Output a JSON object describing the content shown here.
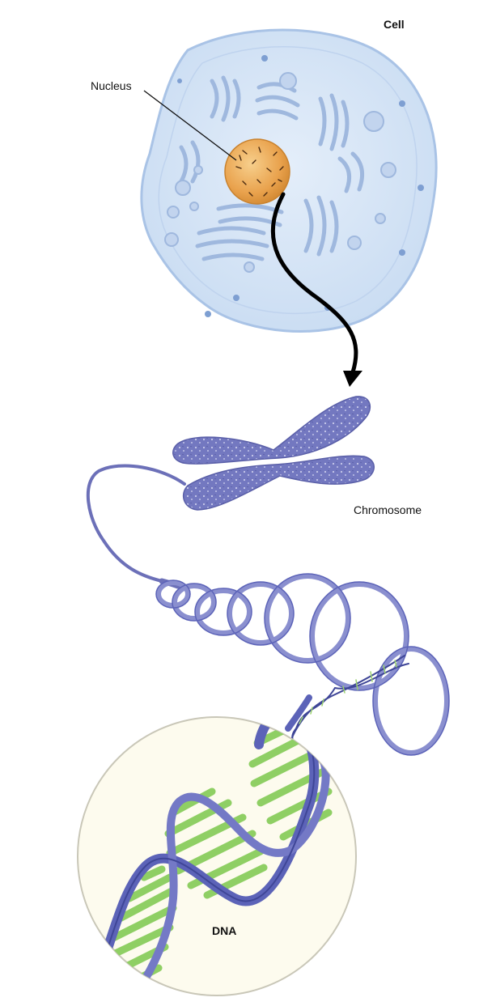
{
  "labels": {
    "cell": "Cell",
    "nucleus": "Nucleus",
    "chromosome": "Chromosome",
    "dna": "DNA"
  },
  "colors": {
    "cell_fill": "#d6e5f6",
    "cell_outline": "#a9c3e6",
    "nucleus": "#eaa04c",
    "chromatin": "#7074bd",
    "dna_backbone": "#5c63b8",
    "dna_base_pairs": "#8fcf64",
    "dna_circle_fill": "#fdfbee",
    "arrow": "#000000"
  }
}
